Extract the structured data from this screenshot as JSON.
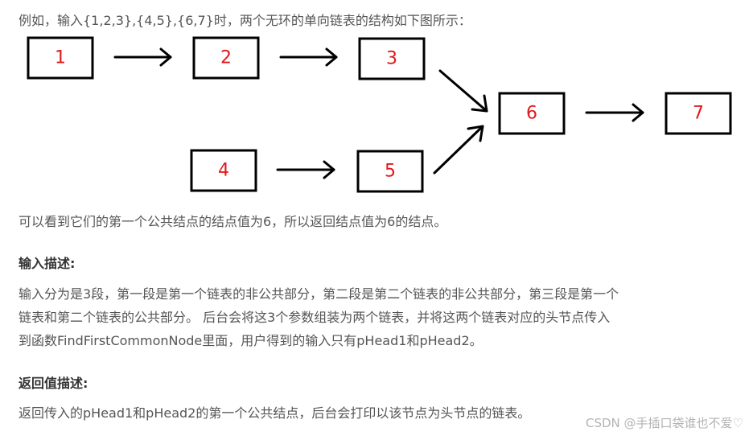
{
  "intro": "例如，输入{1,2,3},{4,5},{6,7}时，两个无环的单向链表的结构如下图所示：",
  "diagram": {
    "nodes": [
      "1",
      "2",
      "3",
      "4",
      "5",
      "6",
      "7"
    ]
  },
  "conclusion": "可以看到它们的第一个公共结点的结点值为6，所以返回结点值为6的结点。",
  "input_section": {
    "heading": "输入描述:",
    "lines": [
      "输入分为是3段，第一段是第一个链表的非公共部分，第二段是第二个链表的非公共部分，第三段是第一个",
      "链表和第二个链表的公共部分。 后台会将这3个参数组装为两个链表，并将这两个链表对应的头节点传入",
      "到函数FindFirstCommonNode里面，用户得到的输入只有pHead1和pHead2。"
    ]
  },
  "return_section": {
    "heading": "返回值描述:",
    "text": "返回传入的pHead1和pHead2的第一个公共结点，后台会打印以该节点为头节点的链表。"
  },
  "watermark": "CSDN @手插口袋谁也不爱♡"
}
